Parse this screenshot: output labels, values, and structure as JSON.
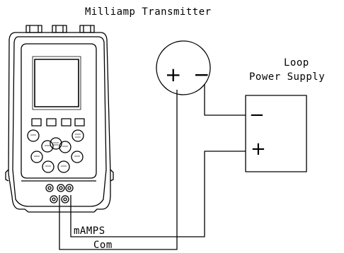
{
  "transmitter": {
    "title": "Milliamp Transmitter",
    "plus": "+",
    "minus": "−"
  },
  "power_supply": {
    "title_line1": "Loop",
    "title_line2": "Power Supply",
    "minus": "−",
    "plus": "+"
  },
  "wires": {
    "mamps_label": "mAMPS",
    "com_label": "Com"
  },
  "calibrator": {
    "device": "handheld-calibrator"
  }
}
